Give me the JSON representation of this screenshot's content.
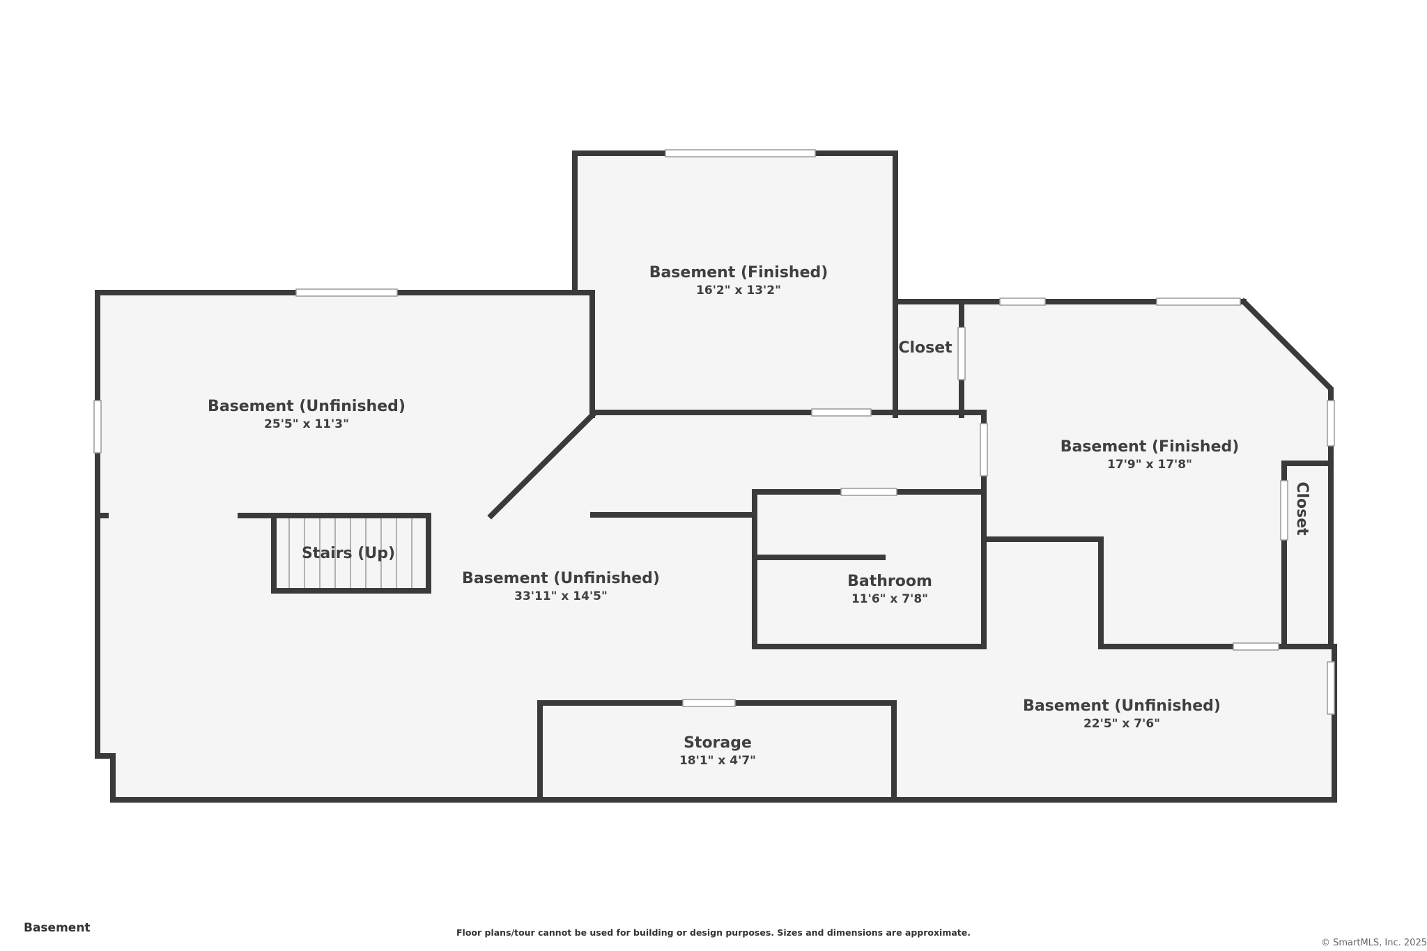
{
  "floor_label": "Basement",
  "disclaimer": "Floor plans/tour cannot be used for building or design purposes. Sizes and dimensions are approximate.",
  "copyright": "© SmartMLS, Inc.  2025",
  "rooms": {
    "basement_unfinished_west": {
      "name": "Basement (Unfinished)",
      "dims": "25'5\" x 11'3\""
    },
    "basement_finished_north": {
      "name": "Basement (Finished)",
      "dims": "16'2\" x 13'2\""
    },
    "closet_north": {
      "name": "Closet"
    },
    "basement_finished_east": {
      "name": "Basement (Finished)",
      "dims": "17'9\" x 17'8\""
    },
    "closet_east": {
      "name": "Closet"
    },
    "stairs": {
      "name": "Stairs (Up)"
    },
    "basement_unfinished_center": {
      "name": "Basement (Unfinished)",
      "dims": "33'11\" x 14'5\""
    },
    "bathroom": {
      "name": "Bathroom",
      "dims": "11'6\" x 7'8\""
    },
    "storage": {
      "name": "Storage",
      "dims": "18'1\" x 4'7\""
    },
    "basement_unfinished_southeast": {
      "name": "Basement (Unfinished)",
      "dims": "22'5\" x 7'6\""
    }
  },
  "colors": {
    "wall": "#3a3a3a",
    "floor": "#f5f5f5",
    "background": "#ffffff",
    "text": "#3f3f3f"
  }
}
